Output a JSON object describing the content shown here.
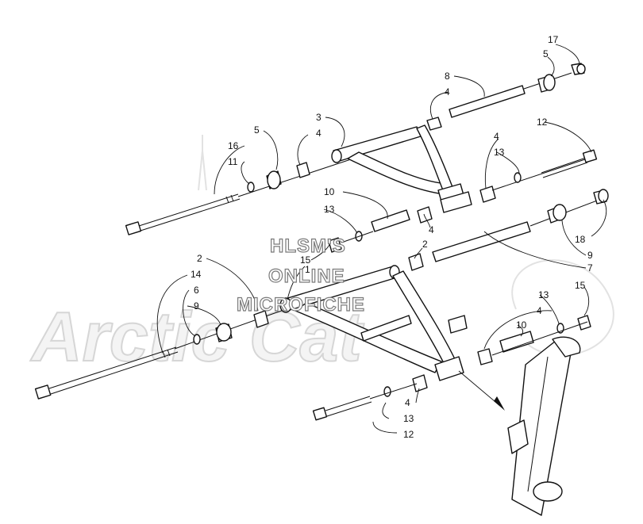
{
  "watermark": {
    "line1": "HLSM'S",
    "line2": "ONLINE",
    "line3": "MICROFICHE",
    "logo_text": "Arctic Cat"
  },
  "callouts": [
    {
      "id": "c17a",
      "text": "17"
    },
    {
      "id": "c5a",
      "text": "5"
    },
    {
      "id": "c8",
      "text": "8"
    },
    {
      "id": "c4a",
      "text": "4"
    },
    {
      "id": "c3",
      "text": "3"
    },
    {
      "id": "c4b",
      "text": "4"
    },
    {
      "id": "c5b",
      "text": "5"
    },
    {
      "id": "c16",
      "text": "16"
    },
    {
      "id": "c11",
      "text": "11"
    },
    {
      "id": "c12a",
      "text": "12"
    },
    {
      "id": "c4c",
      "text": "4"
    },
    {
      "id": "c13a",
      "text": "13"
    },
    {
      "id": "c10a",
      "text": "10"
    },
    {
      "id": "c13b",
      "text": "13"
    },
    {
      "id": "c4d",
      "text": "4"
    },
    {
      "id": "c2a",
      "text": "2"
    },
    {
      "id": "c15a",
      "text": "15"
    },
    {
      "id": "c1",
      "text": "1"
    },
    {
      "id": "c18",
      "text": "18"
    },
    {
      "id": "c9a",
      "text": "9"
    },
    {
      "id": "c7",
      "text": "7"
    },
    {
      "id": "c2b",
      "text": "2"
    },
    {
      "id": "c14",
      "text": "14"
    },
    {
      "id": "c6",
      "text": "6"
    },
    {
      "id": "c9b",
      "text": "9"
    },
    {
      "id": "c13c",
      "text": "13"
    },
    {
      "id": "c15b",
      "text": "15"
    },
    {
      "id": "c4e",
      "text": "4"
    },
    {
      "id": "c10b",
      "text": "10"
    },
    {
      "id": "c4f",
      "text": "4"
    },
    {
      "id": "c13d",
      "text": "13"
    },
    {
      "id": "c12b",
      "text": "12"
    }
  ]
}
